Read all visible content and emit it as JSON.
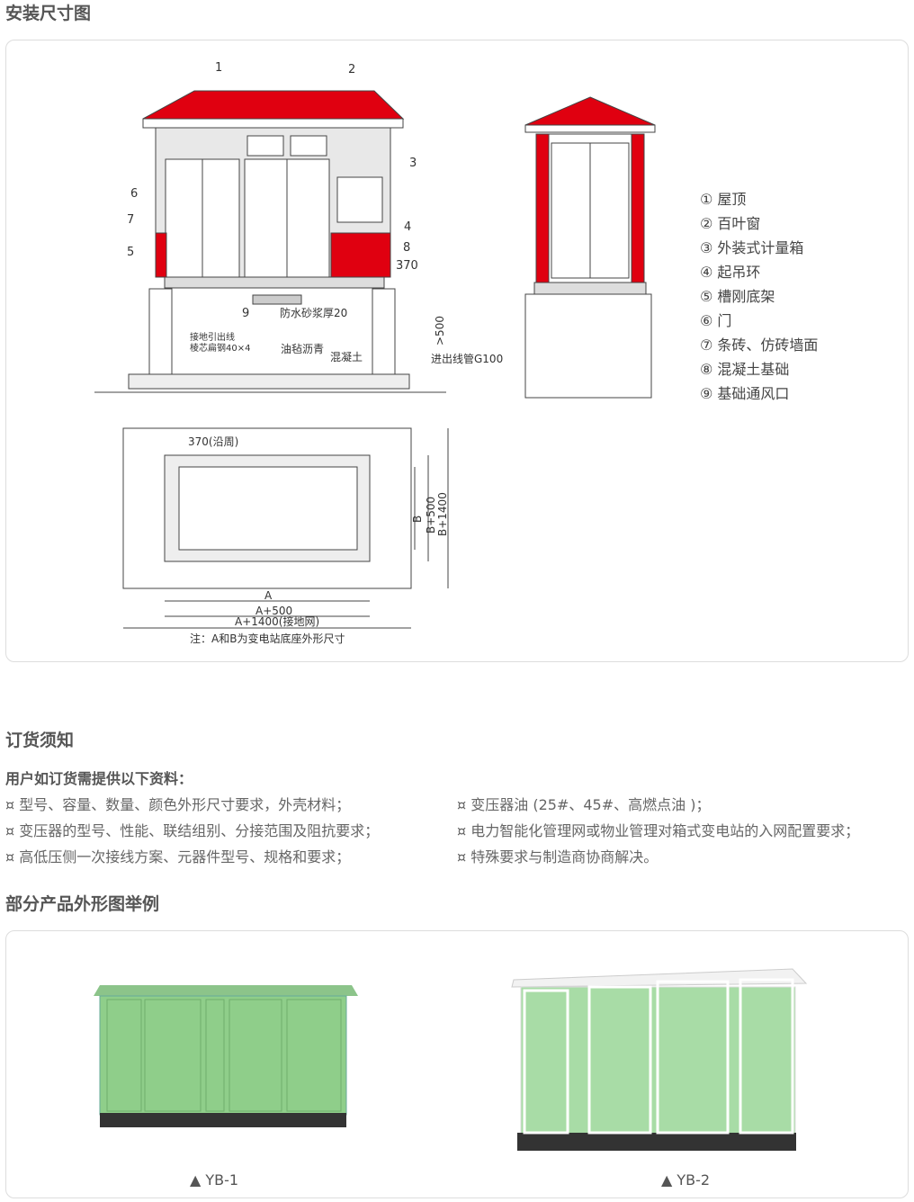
{
  "sections": {
    "install": "安装尺寸图",
    "order": "订货须知",
    "examples": "部分产品外形图举例"
  },
  "diagram": {
    "numbers": [
      "1",
      "2",
      "3",
      "4",
      "5",
      "6",
      "7",
      "8",
      "9"
    ],
    "dim_370": "370",
    "waterproof": "防水砂浆厚20",
    "ground_line1": "接地引出线",
    "ground_line2": "棱芯扁钢40×4",
    "asphalt": "油毡沥青",
    "concrete": "混凝土",
    "conduit": "进出线管G100",
    "gt500": ">500",
    "around": "370(沿周)",
    "A": "A",
    "A500": "A+500",
    "A1400": "A+1400(接地网)",
    "B": "B",
    "B500": "B+500",
    "B1400": "B+1400",
    "note": "注：A和B为变电站底座外形尺寸"
  },
  "legend": [
    "① 屋顶",
    "② 百叶窗",
    "③ 外装式计量箱",
    "④ 起吊环",
    "⑤ 槽刚底架",
    "⑥ 门",
    "⑦ 条砖、仿砖墙面",
    "⑧ 混凝土基础",
    "⑨ 基础通风口"
  ],
  "order": {
    "intro": "用户如订货需提供以下资料：",
    "left": [
      "¤ 型号、容量、数量、颜色外形尺寸要求，外壳材料；",
      "¤ 变压器的型号、性能、联结组别、分接范围及阻抗要求；",
      "¤ 高低压侧一次接线方案、元器件型号、规格和要求；"
    ],
    "right": [
      "¤ 变压器油 (25#、45#、高燃点油 )；",
      "¤ 电力智能化管理网或物业管理对箱式变电站的入网配置要求；",
      "¤ 特殊要求与制造商协商解决。"
    ]
  },
  "products": [
    {
      "caption": "▲ YB-1"
    },
    {
      "caption": "▲ YB-2"
    }
  ],
  "colors": {
    "red": "#e00010",
    "green": "#8fce8a"
  }
}
